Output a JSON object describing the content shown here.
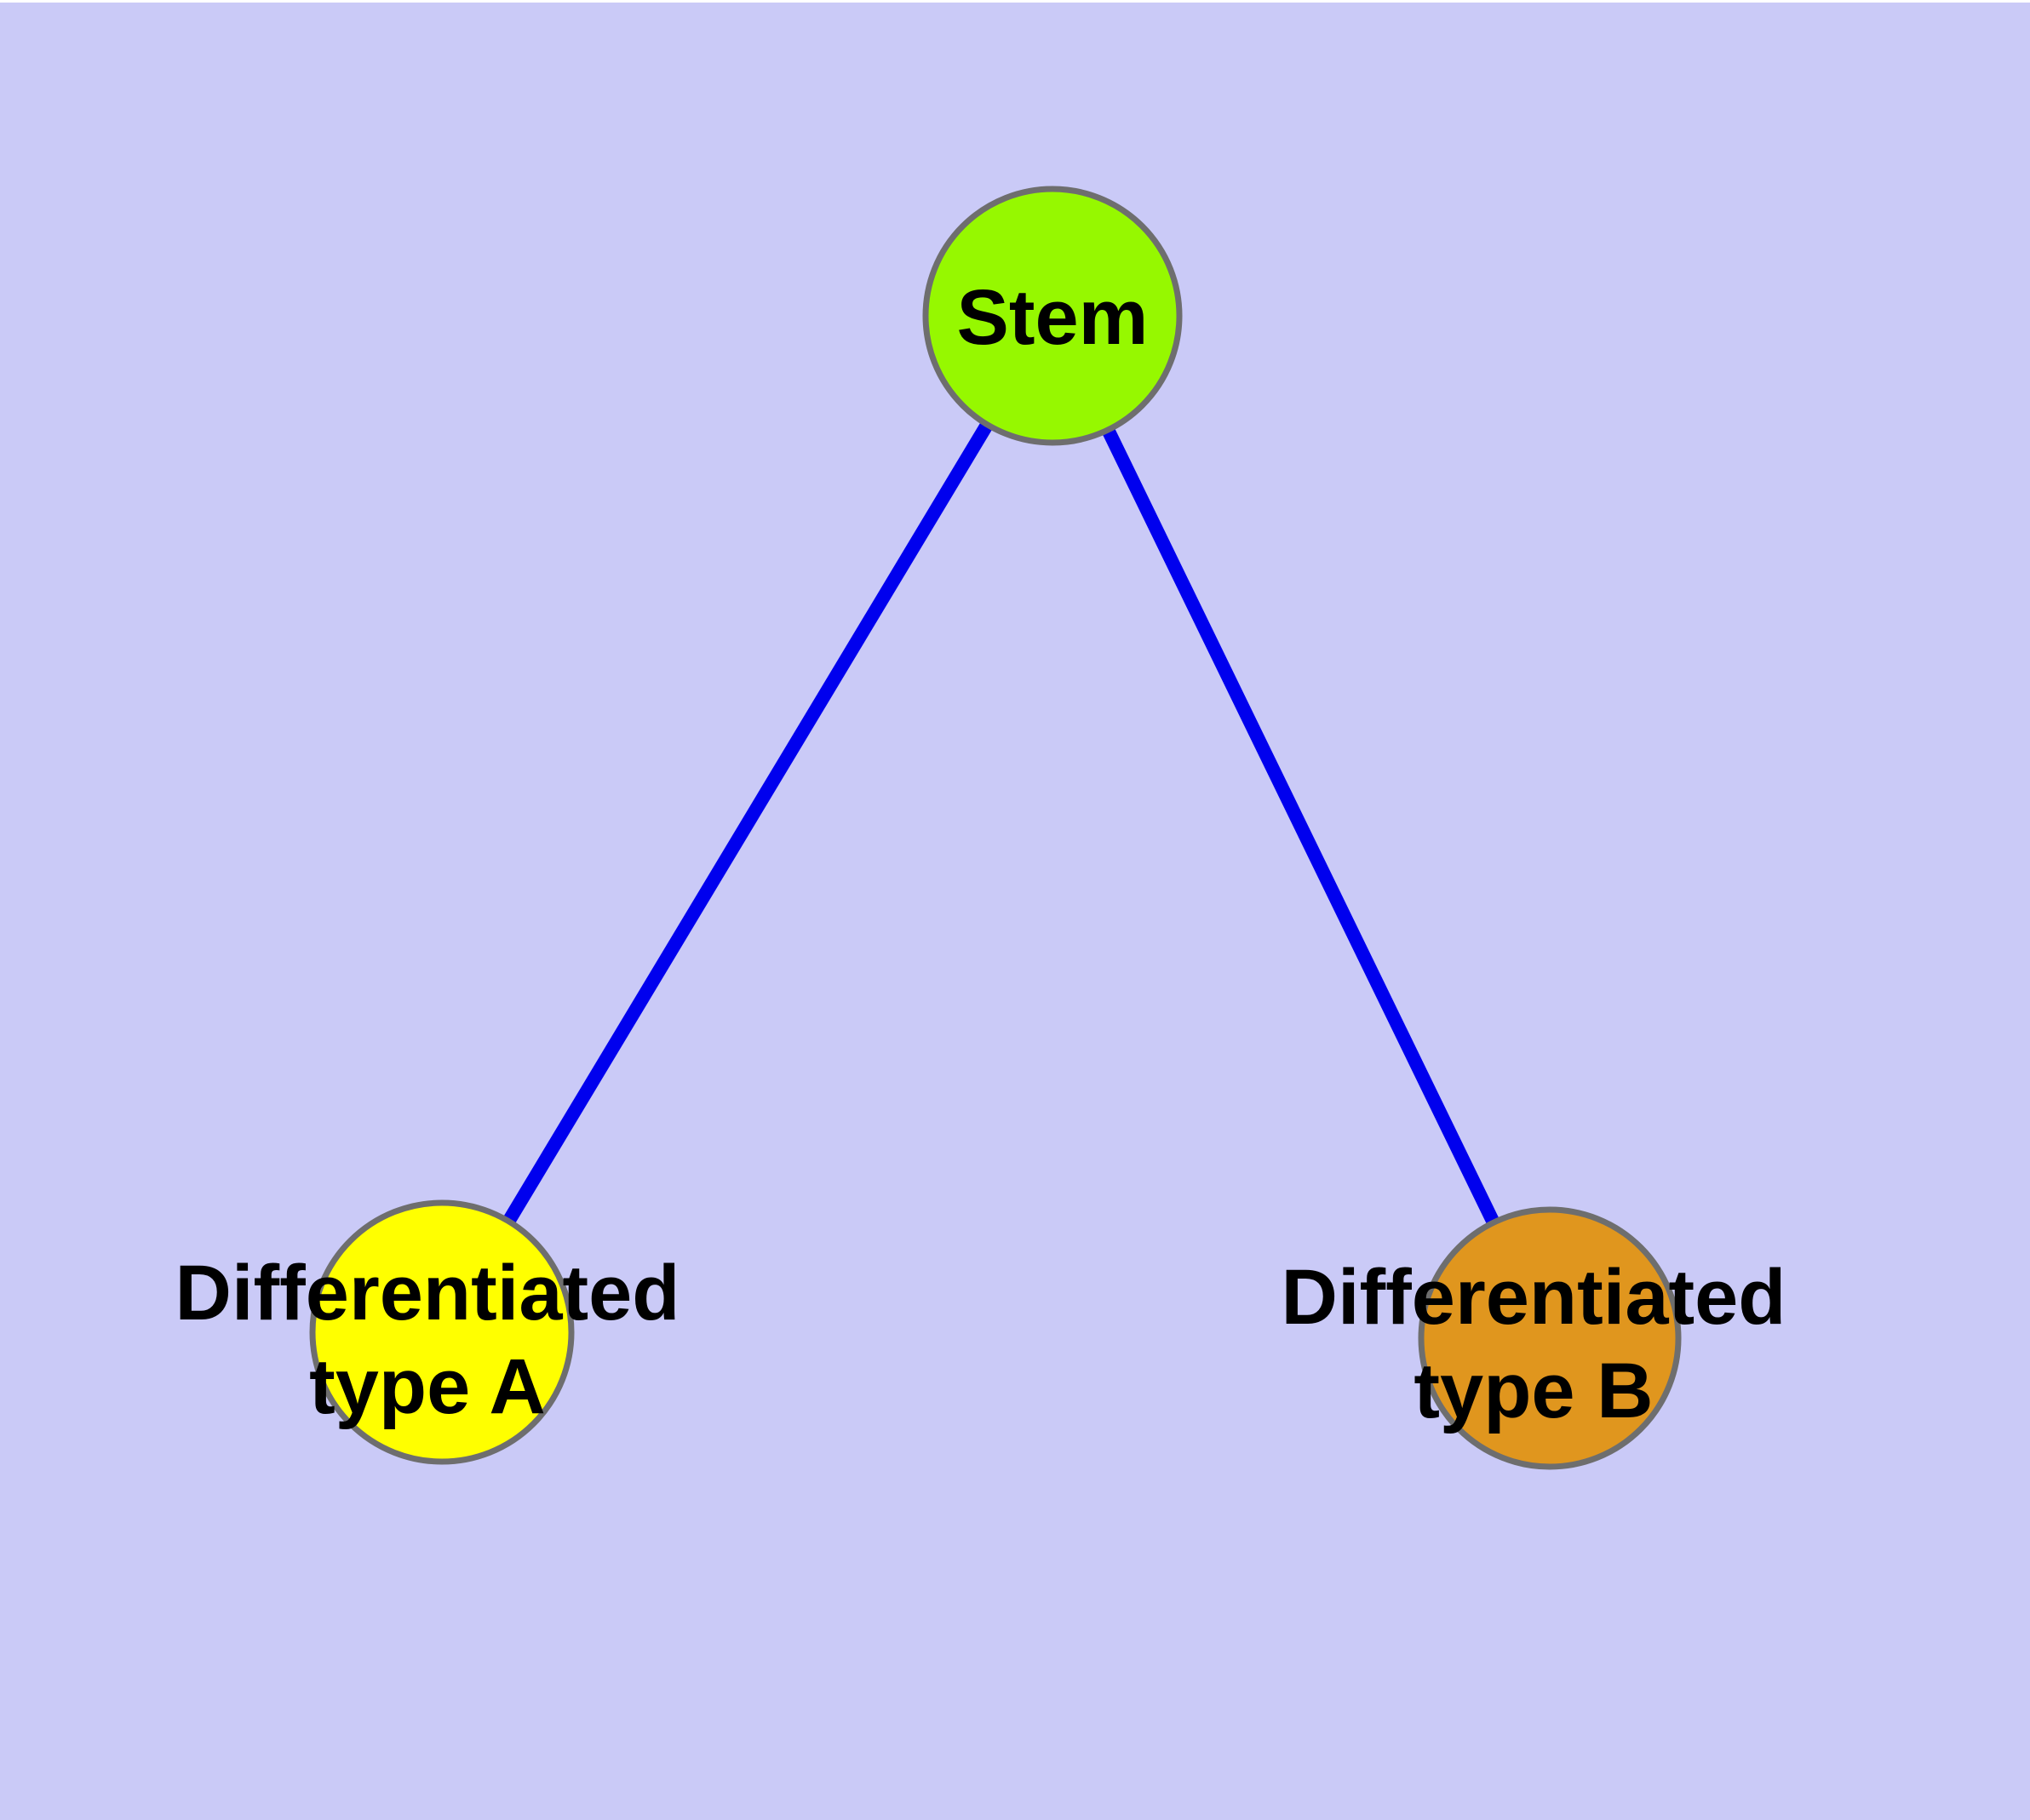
{
  "diagram": {
    "background_color": "#CACAF7",
    "top_margin_color": "#FFFFFF",
    "edge_color": "#0000EE",
    "node_border_color": "#6E6E6E",
    "label_color": "#000000",
    "nodes": [
      {
        "id": "stem",
        "label": "Stem",
        "fill": "#96F800"
      },
      {
        "id": "differentiated-type-a",
        "label_line1": "Differentiated",
        "label_line2": "type A",
        "fill": "#FFFF00"
      },
      {
        "id": "differentiated-type-b",
        "label_line1": "Differentiated",
        "label_line2": "type B",
        "fill": "#E0961E"
      }
    ],
    "edges": [
      {
        "from": "Stem",
        "to": "Differentiated type A"
      },
      {
        "from": "Stem",
        "to": "Differentiated type B"
      }
    ]
  }
}
